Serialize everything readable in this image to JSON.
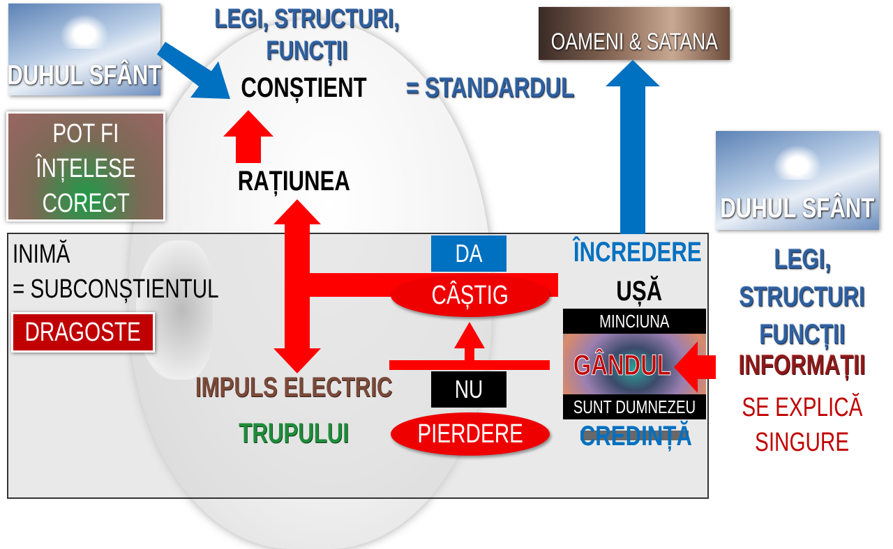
{
  "top": {
    "laws_title": "LEGI, STRUCTURI,",
    "laws_title2": "FUNCȚII",
    "conscious": "CONȘTIENT",
    "standard": "= STANDARDUL"
  },
  "holy_spirit_left": "DUHUL SFÂNT",
  "holy_spirit_right": "DUHUL SFÂNT",
  "people_satan": "OAMENI & SATANA",
  "understood": [
    "POT FI",
    "ÎNȚELESE",
    "CORECT"
  ],
  "reason": "RAȚIUNEA",
  "heart": {
    "line1": "INIMĂ",
    "line2": "= SUBCONȘTIENTUL",
    "love": "DRAGOSTE"
  },
  "yes": "DA",
  "gain": "CÂȘTIG",
  "no": "NU",
  "loss": "PIERDERE",
  "trust": "ÎNCREDERE",
  "door": "UȘĂ",
  "lie": "MINCIUNA",
  "thought": "GÂNDUL",
  "i_am_god": "SUNT DUMNEZEU",
  "faith": "CREDINȚĂ",
  "impulse": "IMPULS ELECTRIC",
  "body": "TRUPULUI",
  "right": {
    "laws": "LEGI,",
    "structures": "STRUCTURI",
    "functions": "FUNCȚII",
    "information": "INFORMAȚII",
    "self_explain1": "SE EXPLICĂ",
    "self_explain2": "SINGURE"
  },
  "colors": {
    "red": "#ff0000",
    "blue": "#0070c0",
    "dark_red": "#c00000",
    "green": "#1e8c3a",
    "brown": "#7a4a3a"
  }
}
